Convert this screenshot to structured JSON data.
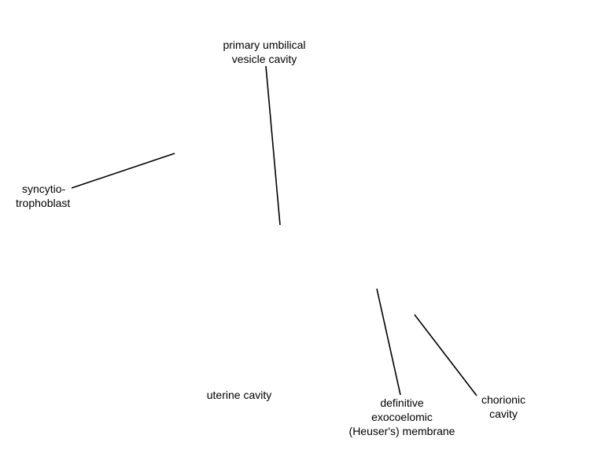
{
  "labels": {
    "primary_umbilical_vesicle_cavity": [
      "primary umbilical",
      "vesicle cavity"
    ],
    "syncytiotrophoblast": [
      "syncytio-",
      "trophoblast"
    ],
    "uterine_cavity": [
      "uterine cavity"
    ],
    "definitive_exocoelomic_membrane": [
      "definitive",
      "exocoelomic",
      "(Heuser's) membrane"
    ],
    "chorionic_cavity": [
      "chorionic",
      "cavity"
    ]
  },
  "colors": {
    "leader_line": "#000000",
    "text": "#000000",
    "background": "#ffffff"
  }
}
